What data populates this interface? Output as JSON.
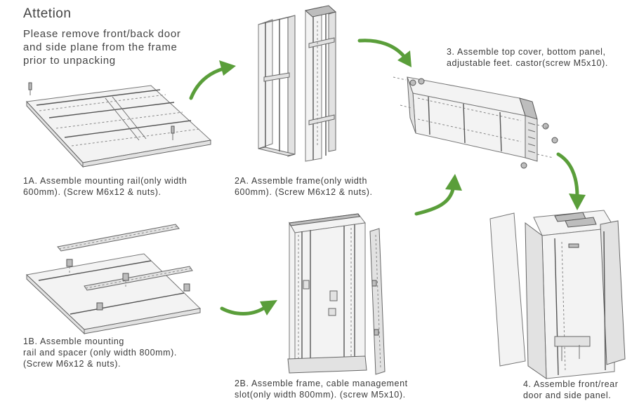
{
  "attention": {
    "title": "Attetion",
    "body": "Please remove front/back door\nand side plane from the frame\nprior to unpacking"
  },
  "steps": {
    "s1a": "1A. Assemble mounting rail(only width\n600mm). (Screw M6x12 & nuts).",
    "s1b": "1B. Assemble mounting\nrail and spacer (only width 800mm).\n(Screw M6x12 & nuts).",
    "s2a": "2A. Assemble frame(only width\n600mm). (Screw M6x12 & nuts).",
    "s2b": "2B. Assemble frame, cable management\nslot(only width 800mm). (screw M5x10).",
    "s3": "3. Assemble top cover, bottom panel,\nadjustable feet. castor(screw M5x10).",
    "s4": "4. Assemble front/rear\ndoor and side panel."
  },
  "colors": {
    "arrow": "#5a9e3a",
    "text": "#3a3a3a"
  }
}
